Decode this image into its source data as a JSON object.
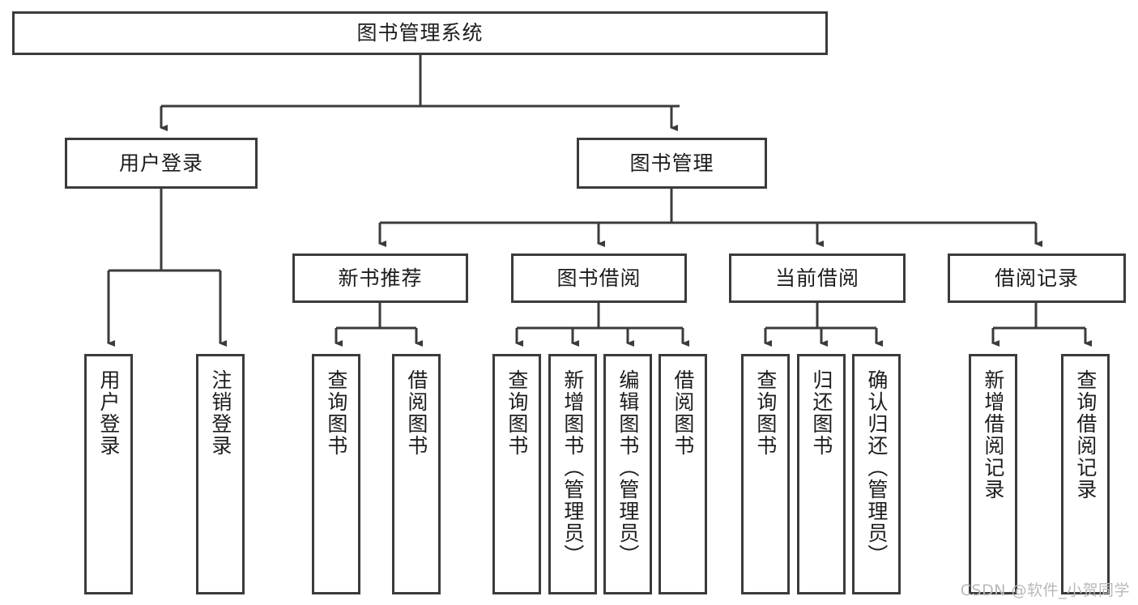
{
  "diagram": {
    "type": "tree-hierarchy",
    "title_node": {
      "label": "图书管理系统"
    },
    "level2": [
      {
        "id": "user-login",
        "label": "用户登录"
      },
      {
        "id": "book-management",
        "label": "图书管理"
      }
    ],
    "level3": [
      {
        "id": "new-book-recommend",
        "label": "新书推荐",
        "parent": "book-management"
      },
      {
        "id": "book-borrow",
        "label": "图书借阅",
        "parent": "book-management"
      },
      {
        "id": "current-borrow",
        "label": "当前借阅",
        "parent": "book-management"
      },
      {
        "id": "borrow-record",
        "label": "借阅记录",
        "parent": "book-management"
      }
    ],
    "leaves": [
      {
        "id": "leaf-user-login",
        "label": "用户登录",
        "parent": "user-login"
      },
      {
        "id": "leaf-logout-login",
        "label": "注销登录",
        "parent": "user-login"
      },
      {
        "id": "leaf-query-book-1",
        "label": "查询图书",
        "parent": "new-book-recommend"
      },
      {
        "id": "leaf-borrow-book-1",
        "label": "借阅图书",
        "parent": "new-book-recommend"
      },
      {
        "id": "leaf-query-book-2",
        "label": "查询图书",
        "parent": "book-borrow"
      },
      {
        "id": "leaf-add-book",
        "label": "新增图书（管理员）",
        "parent": "book-borrow"
      },
      {
        "id": "leaf-edit-book",
        "label": "编辑图书（管理员）",
        "parent": "book-borrow"
      },
      {
        "id": "leaf-borrow-book-2",
        "label": "借阅图书",
        "parent": "book-borrow"
      },
      {
        "id": "leaf-query-book-3",
        "label": "查询图书",
        "parent": "current-borrow"
      },
      {
        "id": "leaf-return-book",
        "label": "归还图书",
        "parent": "current-borrow"
      },
      {
        "id": "leaf-confirm-return",
        "label": "确认归还（管理员）",
        "parent": "current-borrow"
      },
      {
        "id": "leaf-add-record",
        "label": "新增借阅记录",
        "parent": "borrow-record"
      },
      {
        "id": "leaf-query-record",
        "label": "查询借阅记录",
        "parent": "borrow-record"
      }
    ],
    "colors": {
      "border": "#3b3b3b",
      "text": "#1c1c1c",
      "background": "#ffffff",
      "watermark": "#b9b9b9"
    }
  },
  "watermark": {
    "text": "CSDN @软件_小贺同学"
  }
}
